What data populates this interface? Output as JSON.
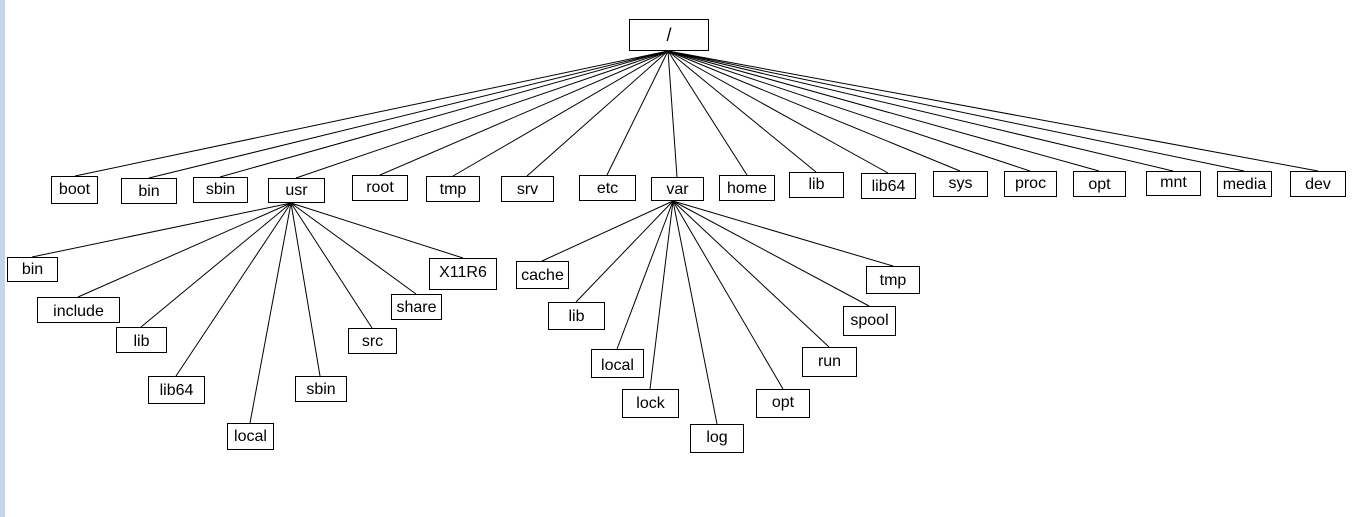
{
  "root": "/",
  "top_level": [
    "boot",
    "bin",
    "sbin",
    "usr",
    "root",
    "tmp",
    "srv",
    "etc",
    "var",
    "home",
    "lib",
    "lib64",
    "sys",
    "proc",
    "opt",
    "mnt",
    "media",
    "dev"
  ],
  "usr_children": [
    "bin",
    "include",
    "lib",
    "lib64",
    "local",
    "sbin",
    "src",
    "share",
    "X11R6"
  ],
  "var_children": [
    "cache",
    "lib",
    "local",
    "lock",
    "log",
    "opt",
    "run",
    "spool",
    "tmp"
  ]
}
